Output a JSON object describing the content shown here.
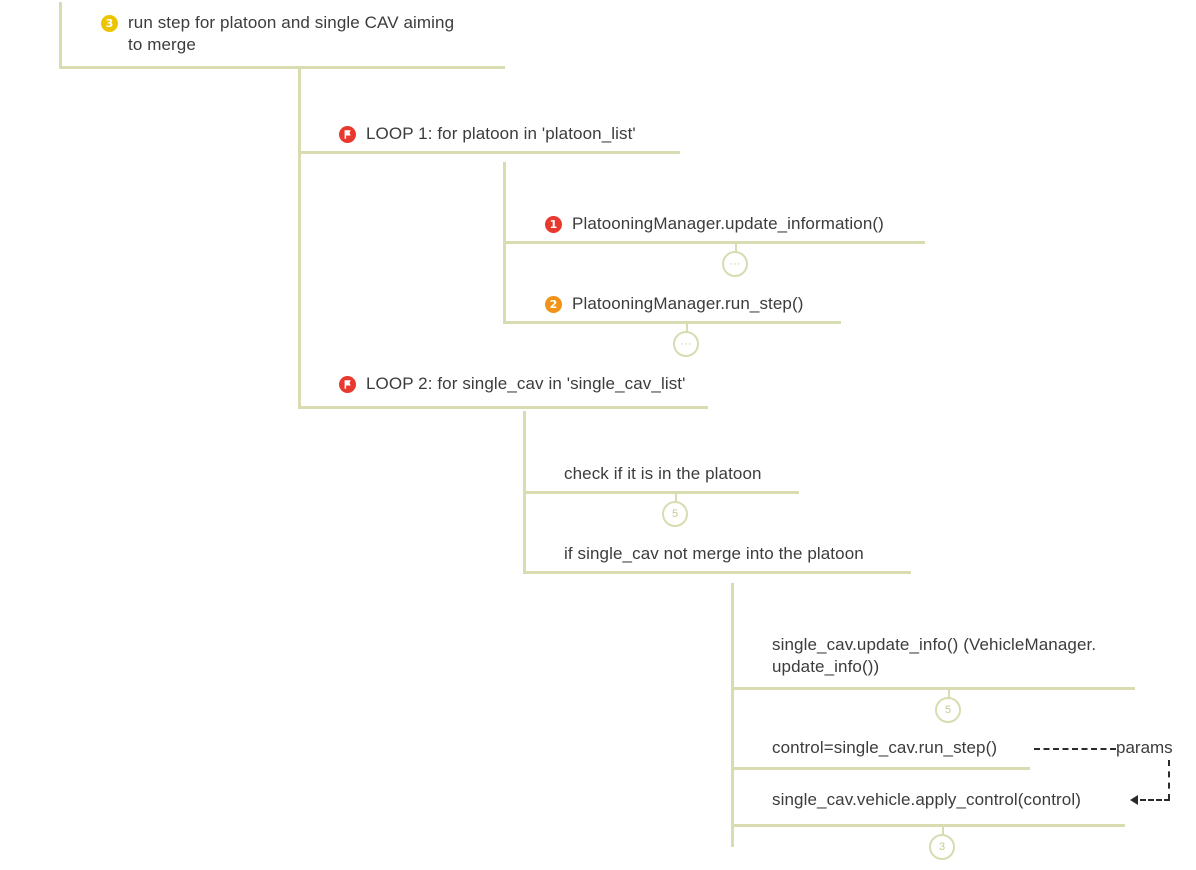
{
  "diagram": {
    "title": "run step for platoon and single CAV aiming to merge",
    "line_color": "#d9dbb0",
    "text_color": "#3c3c3b",
    "badge_colors": {
      "yellow": "#edc400",
      "red": "#e8392f",
      "orange": "#f29318"
    },
    "steps": [
      {
        "id": "root",
        "badge": "3",
        "badge_color": "yellow",
        "label": "run step for platoon and single CAV aiming\nto merge"
      },
      {
        "id": "loop1",
        "icon": "loop-flag-icon",
        "label": "LOOP 1: for platoon in 'platoon_list'"
      },
      {
        "id": "update-information",
        "badge": "1",
        "badge_color": "red",
        "label": "PlatooningManager.update_information()"
      },
      {
        "id": "platoon-run-step",
        "badge": "2",
        "badge_color": "orange",
        "label": "PlatooningManager.run_step()"
      },
      {
        "id": "loop2",
        "icon": "loop-flag-icon",
        "label": "LOOP 2: for single_cav in 'single_cav_list'"
      },
      {
        "id": "check-in-platoon",
        "label": "check if it is in the platoon"
      },
      {
        "id": "if-not-merge",
        "label": "if single_cav not merge into the platoon"
      },
      {
        "id": "update-info",
        "label": "single_cav.update_info() (VehicleManager.\nupdate_info())"
      },
      {
        "id": "control-run-step",
        "label": "control=single_cav.run_step()"
      },
      {
        "id": "apply-control",
        "label": "single_cav.vehicle.apply_control(control)"
      }
    ],
    "connectors": [
      {
        "id": "c1",
        "glyph": "···"
      },
      {
        "id": "c2",
        "glyph": "···"
      },
      {
        "id": "c3",
        "glyph": "5"
      },
      {
        "id": "c4",
        "glyph": "5"
      },
      {
        "id": "c5",
        "glyph": "3"
      }
    ],
    "callout": {
      "label": "params",
      "target": "single_cav.vehicle.apply_control(control)",
      "source": "control=single_cav.run_step()"
    }
  }
}
